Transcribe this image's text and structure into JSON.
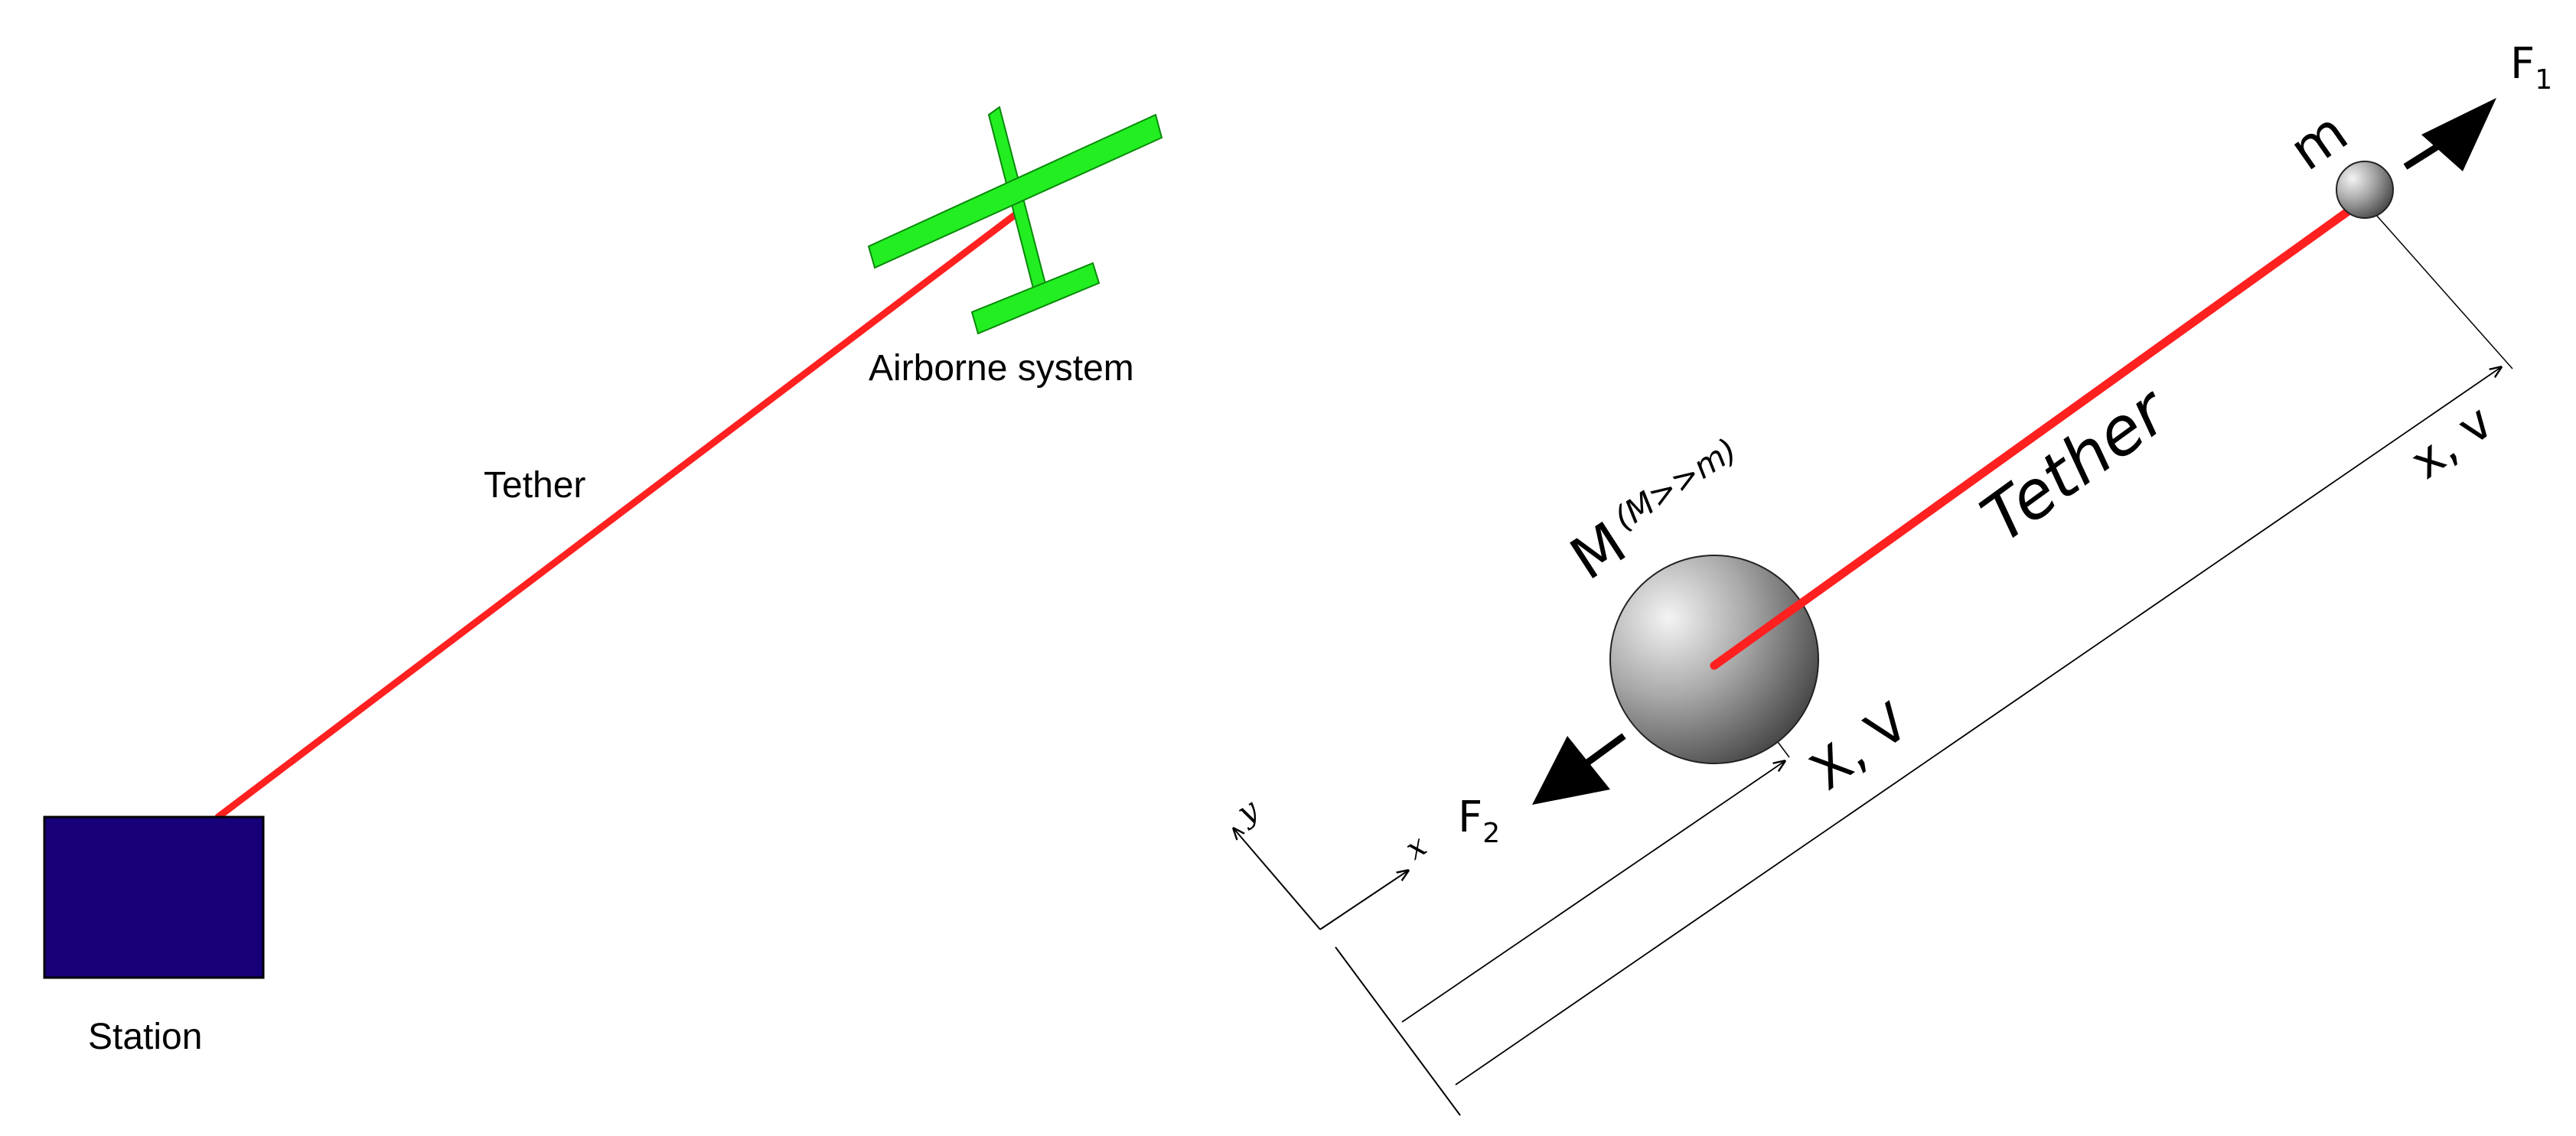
{
  "left": {
    "station_label": "Station",
    "tether_label": "Tether",
    "airborne_label": "Airborne system",
    "colors": {
      "tether": "#ff2020",
      "station": "#170078",
      "aircraft": "#22ee22"
    }
  },
  "right": {
    "tether_label": "Tether",
    "small_mass": "m",
    "large_mass": "M",
    "large_mass_note": "(M>>m)",
    "force1": "F",
    "force1_sub": "1",
    "force2": "F",
    "force2_sub": "2",
    "small_coords": "x, v",
    "large_coords": "X, V",
    "axis_x": "x",
    "axis_y": "y",
    "colors": {
      "tether": "#ff2020"
    }
  }
}
